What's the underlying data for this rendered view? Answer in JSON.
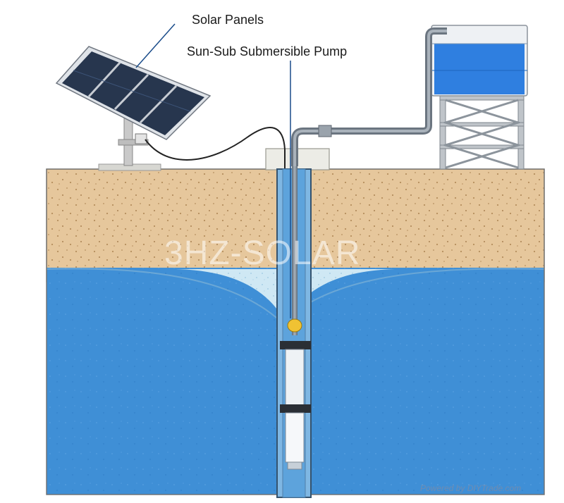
{
  "labels": {
    "solar_panels": "Solar Panels",
    "pump": "Sun-Sub Submersible Pump"
  },
  "watermark": "3HZ-SOLAR",
  "credit": "Powered by DIYTrade.com",
  "colors": {
    "soil": "#e6c79c",
    "water": "#3f8fd6",
    "tank_water": "#2f7fe0",
    "drawdown": "#cfe8f4",
    "pipe": "#7d8894",
    "panel": "#27364e"
  }
}
